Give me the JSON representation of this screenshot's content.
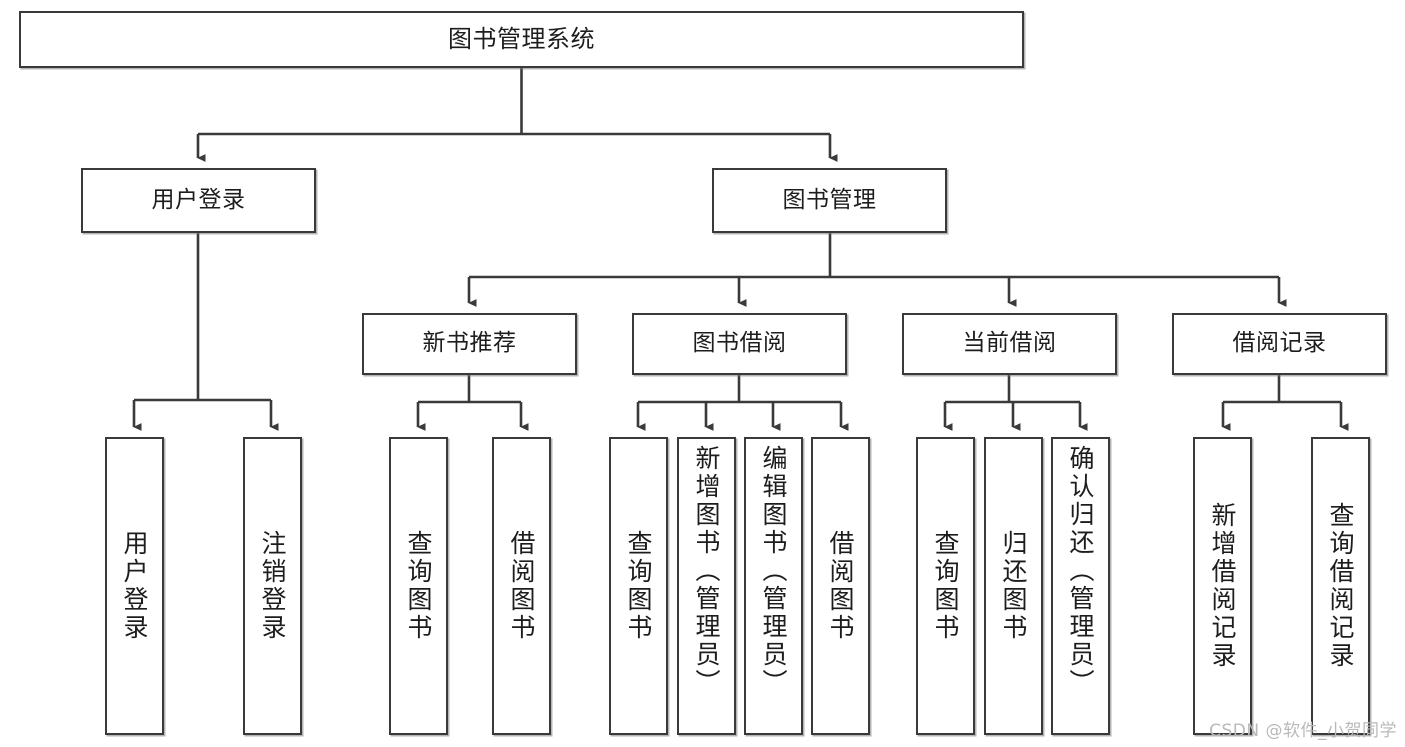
{
  "diagram": {
    "title": "图书管理系统",
    "type": "hierarchy-tree",
    "stroke_color": "#3a3a3a",
    "fill_color": "#ffffff",
    "text_color": "#1d1d1d",
    "levels": {
      "root": {
        "label": "图书管理系统"
      },
      "level2": [
        {
          "label": "用户登录"
        },
        {
          "label": "图书管理"
        }
      ],
      "level3": [
        {
          "label": "新书推荐"
        },
        {
          "label": "图书借阅"
        },
        {
          "label": "当前借阅"
        },
        {
          "label": "借阅记录"
        }
      ],
      "leaves": {
        "user_login": [
          {
            "label": "用户登录"
          },
          {
            "label": "注销登录"
          }
        ],
        "new_book_recommend": [
          {
            "label": "查询图书"
          },
          {
            "label": "借阅图书"
          }
        ],
        "book_borrow": [
          {
            "label": "查询图书"
          },
          {
            "label": "新增图书（管理员）"
          },
          {
            "label": "编辑图书（管理员）"
          },
          {
            "label": "借阅图书"
          }
        ],
        "current_borrow": [
          {
            "label": "查询图书"
          },
          {
            "label": "归还图书"
          },
          {
            "label": "确认归还（管理员）"
          }
        ],
        "borrow_record": [
          {
            "label": "新增借阅记录"
          },
          {
            "label": "查询借阅记录"
          }
        ]
      }
    }
  },
  "watermark": {
    "text": "CSDN @软件_小贺同学"
  }
}
